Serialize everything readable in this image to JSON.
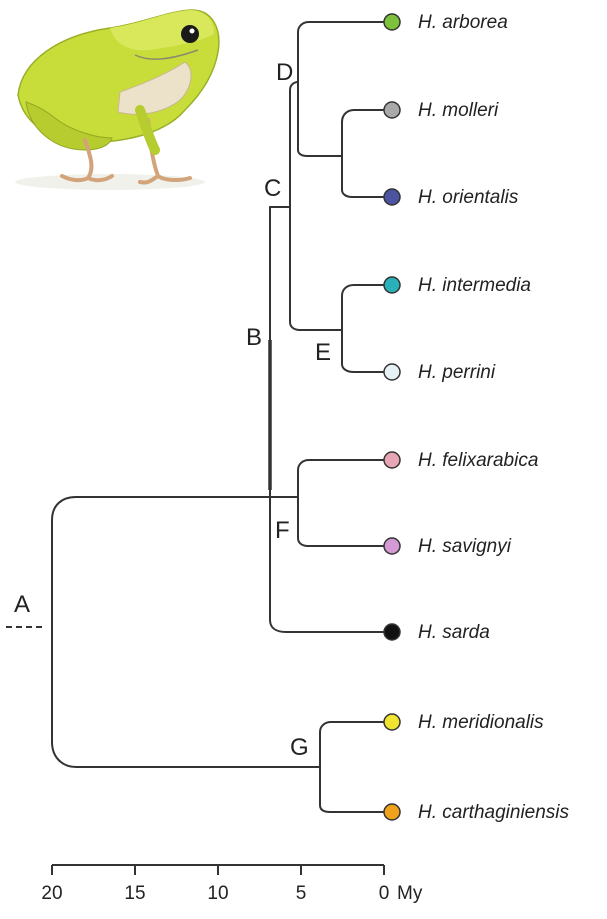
{
  "tree": {
    "taxa": [
      {
        "id": "arborea",
        "label": "H. arborea",
        "color": "#7dc23a"
      },
      {
        "id": "molleri",
        "label": "H. molleri",
        "color": "#a9a9a9"
      },
      {
        "id": "orientalis",
        "label": "H. orientalis",
        "color": "#4a54a0"
      },
      {
        "id": "intermedia",
        "label": "H. intermedia",
        "color": "#2ab0b8"
      },
      {
        "id": "perrini",
        "label": "H. perrini",
        "color": "#e6f2f5"
      },
      {
        "id": "felixarabica",
        "label": "H. felixarabica",
        "color": "#e7a6b6"
      },
      {
        "id": "savignyi",
        "label": "H. savignyi",
        "color": "#d49ad6"
      },
      {
        "id": "sarda",
        "label": "H. sarda",
        "color": "#111111"
      },
      {
        "id": "meridionalis",
        "label": "H. meridionalis",
        "color": "#f1e531"
      },
      {
        "id": "carthaginiensis",
        "label": "H. carthaginiensis",
        "color": "#f0a21a"
      }
    ],
    "nodes": {
      "A": "A",
      "B": "B",
      "C": "C",
      "D": "D",
      "E": "E",
      "F": "F",
      "G": "G"
    },
    "axis": {
      "ticks": [
        "20",
        "15",
        "10",
        "5",
        "0"
      ],
      "unit": "My"
    }
  }
}
